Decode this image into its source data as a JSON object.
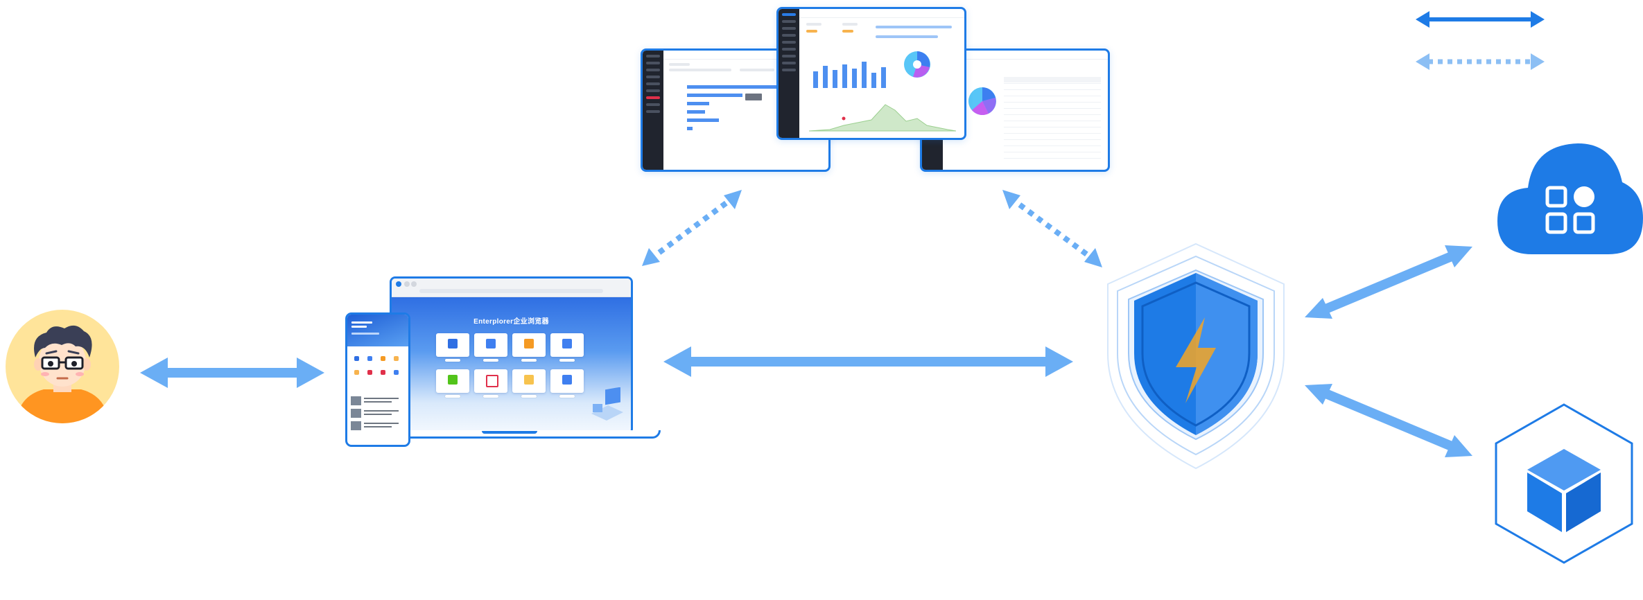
{
  "browser": {
    "hero_title": "Enterplorer企业浏览器"
  },
  "colors": {
    "primary": "#1e7be6",
    "arrow": "#6aaef5",
    "shield_light": "#cfe3fb",
    "bolt": "#f5a623",
    "avatar_bg": "#ffe49a",
    "shirt": "#ff9521"
  },
  "legend": {
    "solid_arrow": "solid-double-arrow",
    "dashed_arrow": "dashed-double-arrow"
  },
  "icons": {
    "user": "user-avatar-icon",
    "cloud_apps": "cloud-apps-icon",
    "cube": "cube-icon",
    "shield": "shield-bolt-icon"
  }
}
